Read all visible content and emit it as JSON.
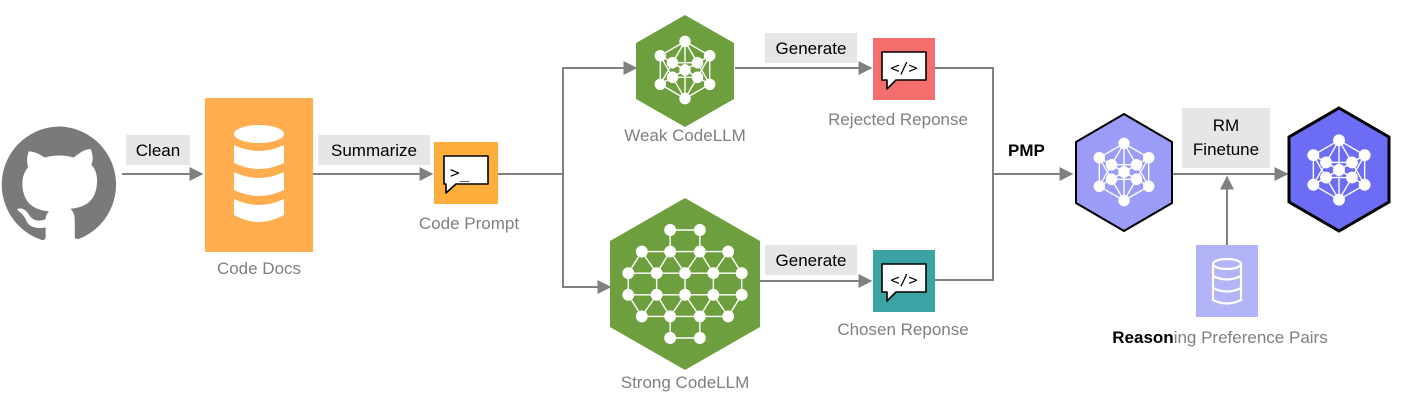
{
  "nodes": {
    "github": {
      "icon": "github-icon"
    },
    "code_docs": {
      "label": "Code Docs",
      "icon": "database-icon",
      "color": "#ffad4f"
    },
    "code_prompt": {
      "label": "Code Prompt",
      "icon": "terminal-prompt-icon",
      "color": "#ffad3b"
    },
    "weak_llm": {
      "label": "Weak CodeLLM",
      "icon": "neural-network-icon",
      "color": "#6e9f3e"
    },
    "strong_llm": {
      "label": "Strong CodeLLM",
      "icon": "neural-network-icon",
      "color": "#6e9f3e"
    },
    "rejected": {
      "label": "Rejected Reponse",
      "icon": "code-bubble-icon",
      "color": "#f46e6e"
    },
    "chosen": {
      "label": "Chosen Reponse",
      "icon": "code-bubble-icon",
      "color": "#3ba3a3"
    },
    "pmp_model": {
      "icon": "neural-network-icon",
      "color": "#9b9cf7"
    },
    "rm_model": {
      "icon": "neural-network-icon",
      "color": "#6d6cf5"
    },
    "pairs": {
      "label_bold": "Reason",
      "label_rest": "ing Preference Pairs",
      "icon": "database-icon",
      "color": "#b3b3f7"
    }
  },
  "edges": {
    "clean": "Clean",
    "summarize": "Summarize",
    "generate_weak": "Generate",
    "generate_strong": "Generate",
    "pmp": "PMP",
    "rm_finetune_line1": "RM",
    "rm_finetune_line2": "Finetune"
  },
  "colors": {
    "arrow": "#808080",
    "label_box": "#e6e6e6"
  }
}
